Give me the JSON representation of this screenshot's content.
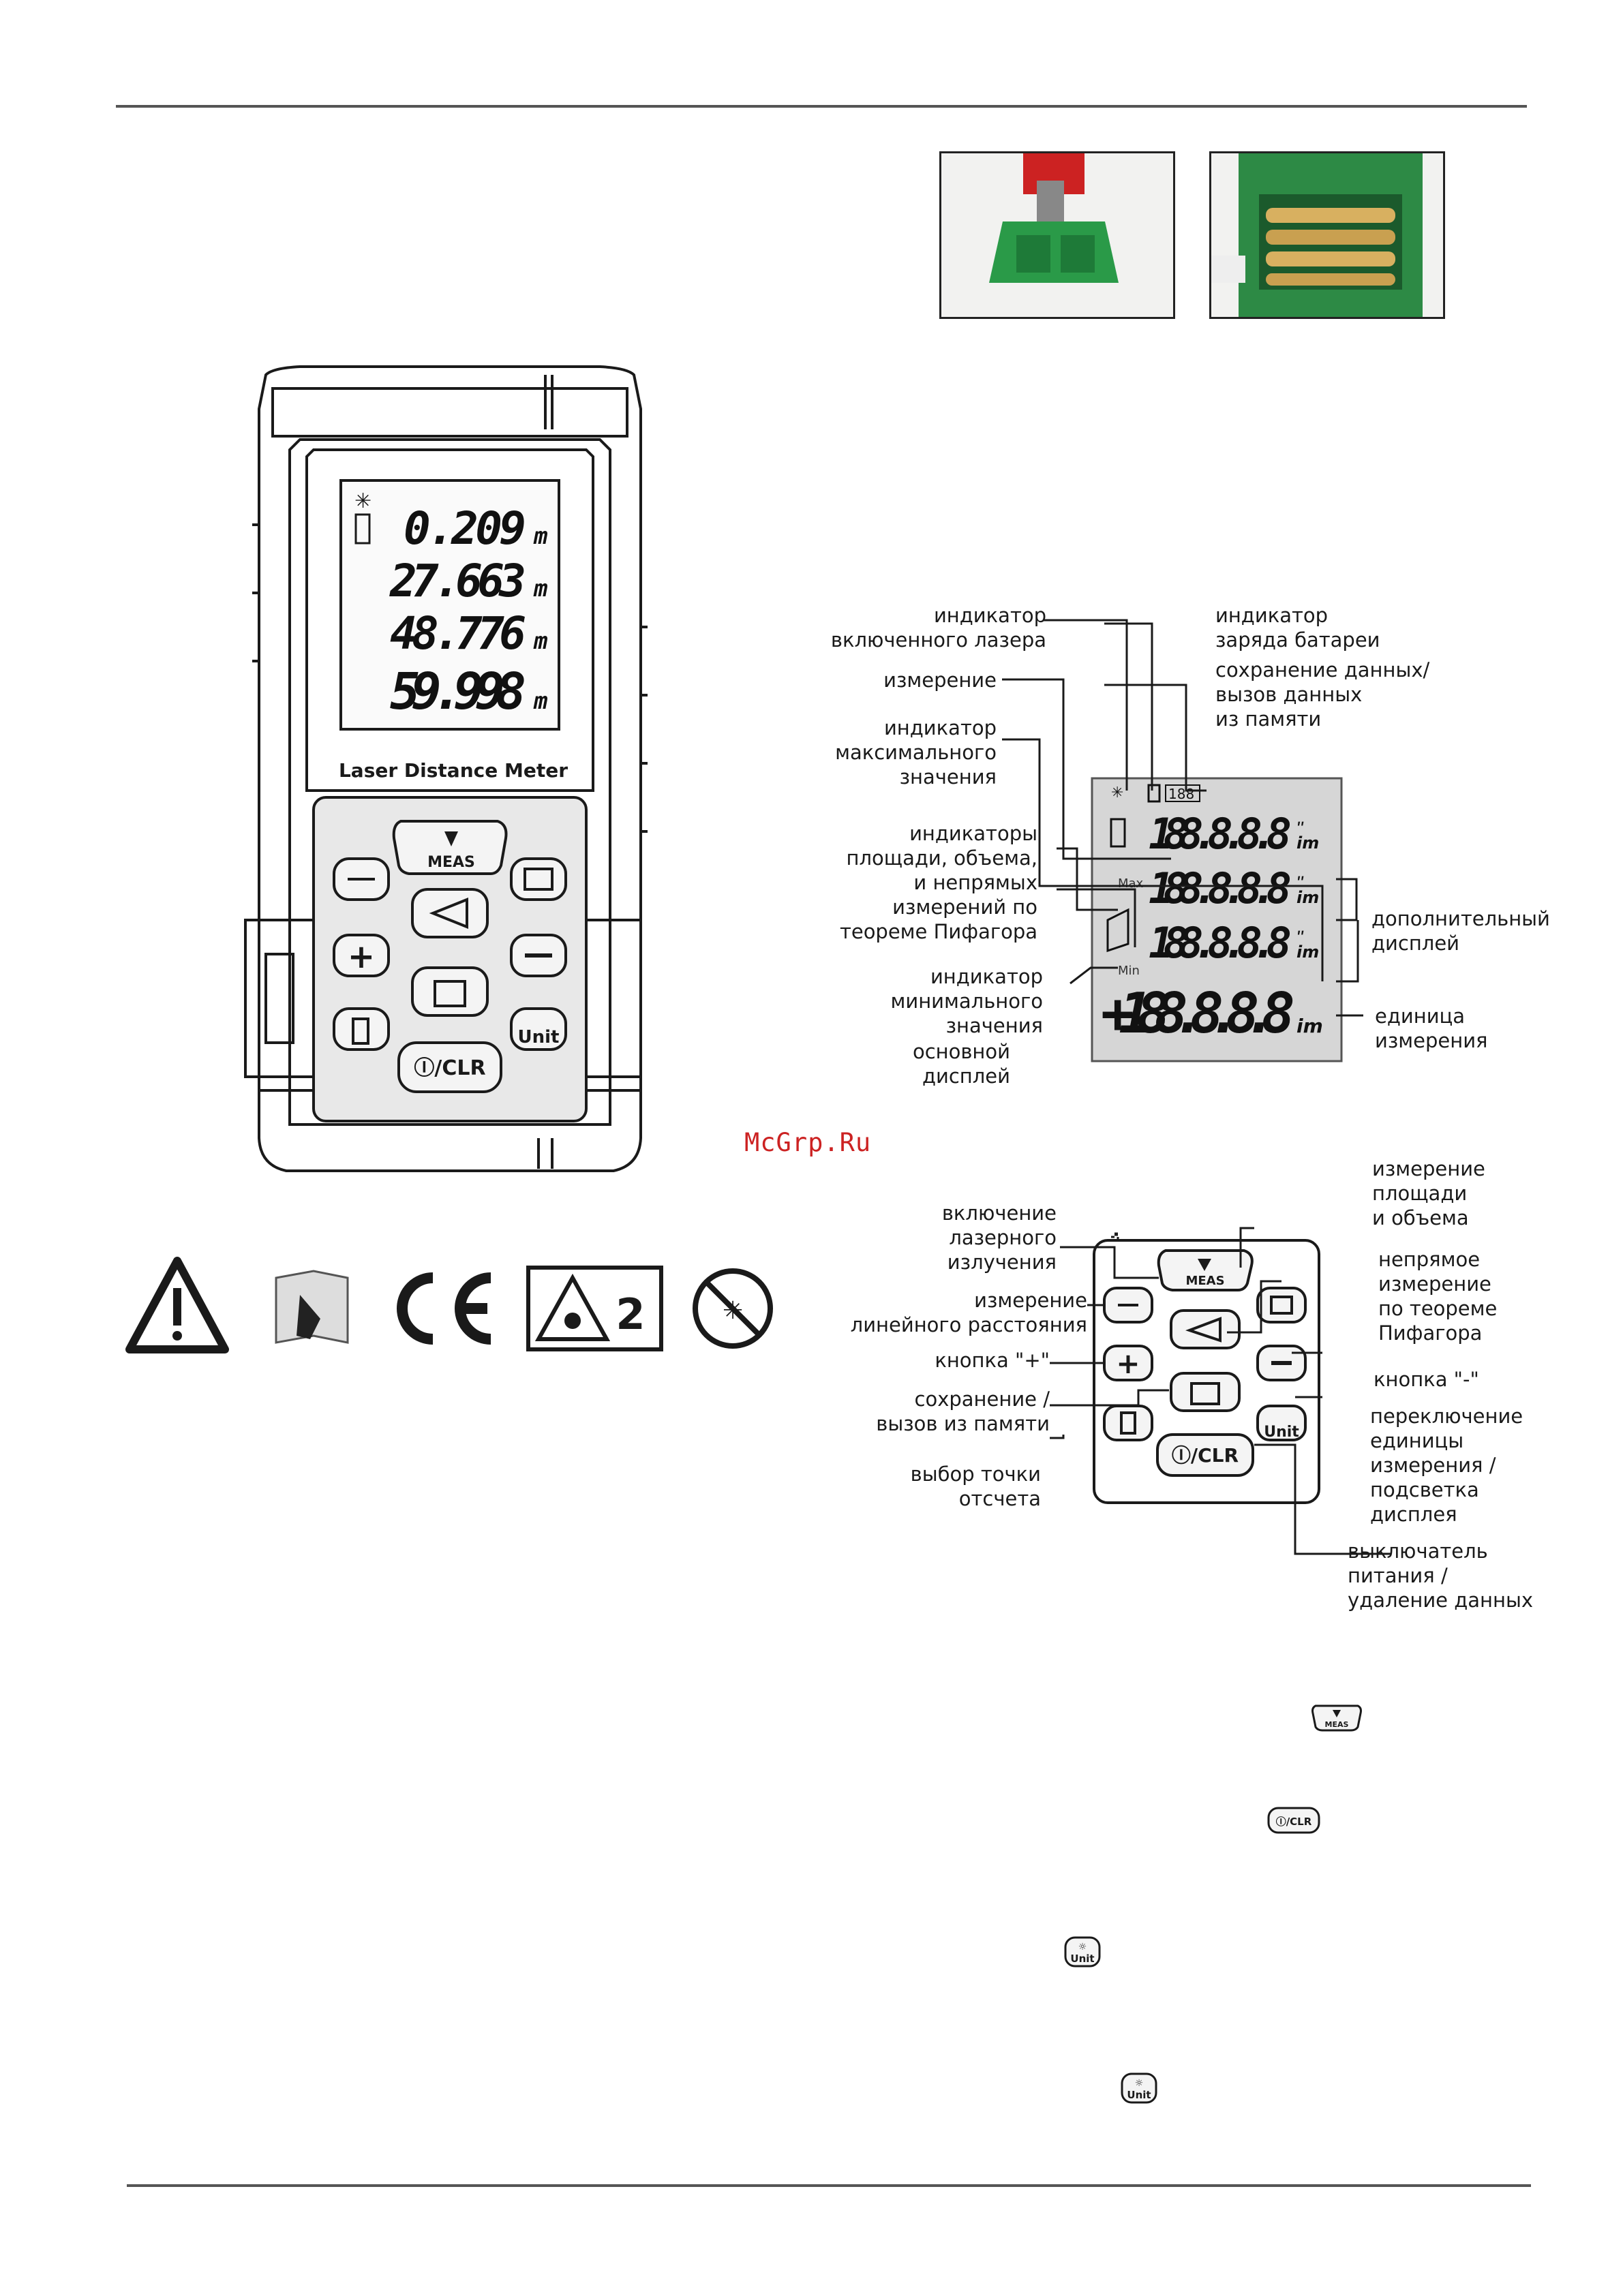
{
  "device": {
    "readings": [
      "0.209",
      "27.663",
      "48.776",
      "59.998"
    ],
    "unit": "m",
    "brand_label": "Laser Distance Meter",
    "buttons": {
      "meas": "MEAS",
      "clr": "Ⓘ/CLR",
      "unit": "Unit"
    }
  },
  "lcd": {
    "digits": [
      "188.8.8.8",
      "188.8.8.8",
      "188.8.8.8",
      "+188.8.8.8"
    ],
    "max_label": "Max",
    "min_label": "Min",
    "mem_label": "188"
  },
  "lcd_labels": {
    "laser": [
      "индикатор",
      "включенного лазера"
    ],
    "measure": [
      "измерение"
    ],
    "max": [
      "индикатор",
      "максимального",
      "значения"
    ],
    "area": [
      "индикаторы",
      "площади, объема,",
      "и непрямых",
      "измерений по",
      "теореме Пифагора"
    ],
    "min": [
      "индикатор",
      "минимального",
      "значения"
    ],
    "main": [
      "основной",
      "дисплей"
    ],
    "battery": [
      "индикатор",
      "заряда батареи"
    ],
    "memory": [
      "сохранение данных/",
      "вызов данных",
      "из памяти"
    ],
    "extra": [
      "дополнительный",
      "дисплей"
    ],
    "unit": [
      "единица",
      "измерения"
    ]
  },
  "keypad_labels": {
    "laser_on": [
      "включение",
      "лазерного",
      "излучения"
    ],
    "linear": [
      "измерение",
      "линейного расстояния"
    ],
    "plus": [
      "кнопка \"+\""
    ],
    "memory": [
      "сохранение /",
      "вызов из памяти"
    ],
    "ref": [
      "выбор точки",
      "отсчета"
    ],
    "area": [
      "измерение",
      "площади",
      "и объема"
    ],
    "pythagoras": [
      "непрямое",
      "измерение",
      "по теореме",
      "Пифагора"
    ],
    "minus": [
      "кнопка \"-\""
    ],
    "unit": [
      "переключение",
      "единицы",
      "измерения /",
      "подсветка",
      "дисплея"
    ],
    "power": [
      "выключатель",
      "питания /",
      "удаление данных"
    ]
  },
  "watermark": "McGrp.Ru",
  "inline_icons": {
    "meas": "MEAS",
    "clr": "Ⓘ/CLR",
    "unit1": "Unit",
    "unit2": "Unit"
  },
  "symbols": {
    "laser_class": "2"
  }
}
